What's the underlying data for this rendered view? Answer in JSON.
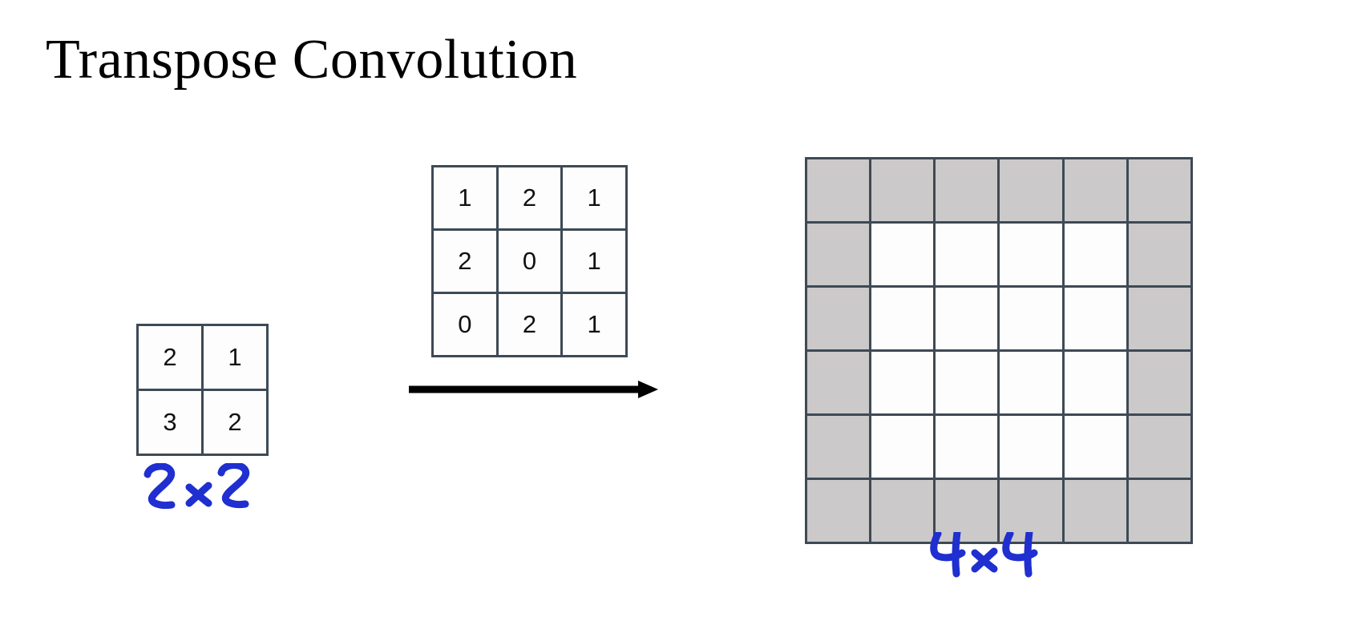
{
  "slide": {
    "title": "Transpose Convolution"
  },
  "colors": {
    "grid_border": "#3e4a55",
    "cell_fill": "#fdfdfd",
    "padding_cell_fill": "#ccc9ca",
    "annotation_ink": "#1f2fd0",
    "arrow": "#000000",
    "text": "#111111"
  },
  "input_matrix": {
    "label": "input-matrix",
    "rows": 2,
    "cols": 2,
    "values": [
      [
        "2",
        "1"
      ],
      [
        "3",
        "2"
      ]
    ],
    "dims_annotation": "2 x 2"
  },
  "kernel_matrix": {
    "label": "kernel-matrix",
    "rows": 3,
    "cols": 3,
    "values": [
      [
        "1",
        "2",
        "1"
      ],
      [
        "2",
        "0",
        "1"
      ],
      [
        "0",
        "2",
        "1"
      ]
    ]
  },
  "output_matrix": {
    "label": "output-matrix",
    "rows": 6,
    "cols": 6,
    "interior_rows": 4,
    "interior_cols": 4,
    "values": [
      [
        "",
        "",
        "",
        "",
        "",
        ""
      ],
      [
        "",
        "",
        "",
        "",
        "",
        ""
      ],
      [
        "",
        "",
        "",
        "",
        "",
        ""
      ],
      [
        "",
        "",
        "",
        "",
        "",
        ""
      ],
      [
        "",
        "",
        "",
        "",
        "",
        ""
      ],
      [
        "",
        "",
        "",
        "",
        "",
        ""
      ]
    ],
    "padding_mask": [
      [
        1,
        1,
        1,
        1,
        1,
        1
      ],
      [
        1,
        0,
        0,
        0,
        0,
        1
      ],
      [
        1,
        0,
        0,
        0,
        0,
        1
      ],
      [
        1,
        0,
        0,
        0,
        0,
        1
      ],
      [
        1,
        0,
        0,
        0,
        0,
        1
      ],
      [
        1,
        1,
        1,
        1,
        1,
        1
      ]
    ],
    "dims_annotation": "4 x 4"
  },
  "arrow": {
    "name": "transform-arrow",
    "direction": "right"
  }
}
